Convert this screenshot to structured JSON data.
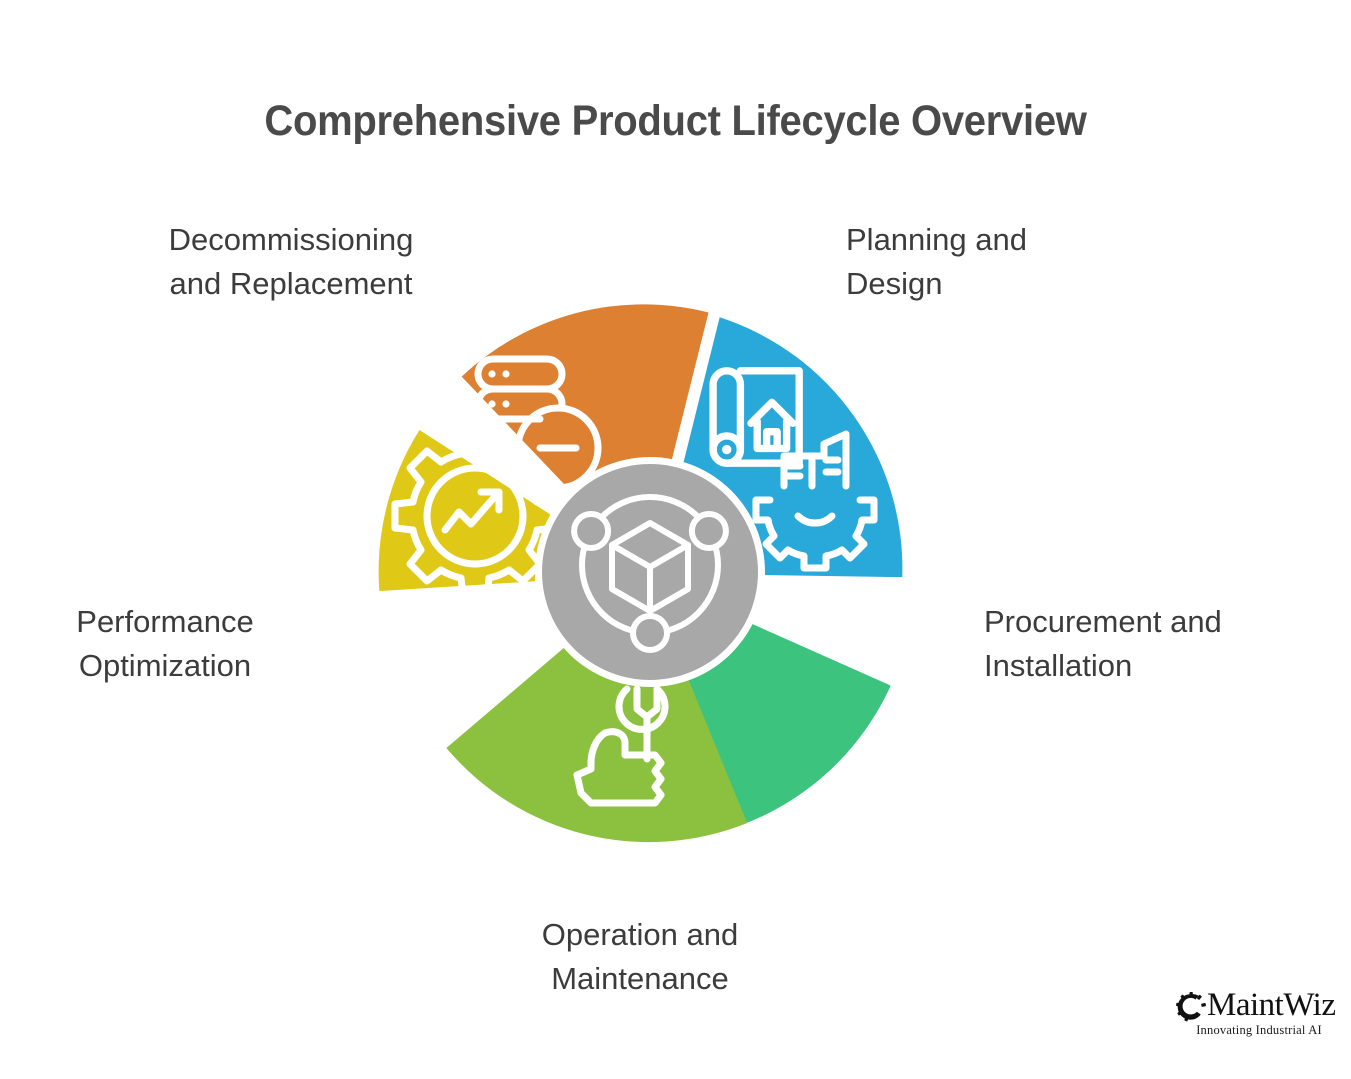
{
  "page": {
    "title": "Comprehensive Product Lifecycle Overview",
    "background_color": "#ffffff",
    "title_color": "#4a4a4a",
    "label_color": "#3c3c3c"
  },
  "chart_data": {
    "type": "pie",
    "title": "Comprehensive Product Lifecycle Overview",
    "subtitle": "",
    "xlabel": "",
    "ylabel": "",
    "legend_position": "around-chart",
    "grid": false,
    "center_label": "",
    "center_icon": "cube-network-icon",
    "center_color": "#a8a8a8",
    "segment_count": 5,
    "equal_segments": true,
    "categories": [
      "Planning and Design",
      "Procurement and Installation",
      "Operation and Maintenance",
      "Performance Optimization",
      "Decommissioning and Replacement"
    ],
    "values": [
      20,
      20,
      20,
      20,
      20
    ],
    "colors": [
      "#29a8da",
      "#3cc37d",
      "#8cc13f",
      "#e0c916",
      "#dd8031"
    ]
  },
  "wheel": {
    "center_circle": {
      "name": "product-lifecycle-core",
      "color": "#a8a8a8",
      "icon": "cube-network-icon"
    },
    "segments": [
      {
        "id": "planning",
        "label": "Planning and\nDesign",
        "color": "#29a8da",
        "icon": "blueprint-house-icon",
        "label_align": "left"
      },
      {
        "id": "procurement",
        "label": "Procurement and\nInstallation",
        "color": "#3cc37d",
        "icon": "gear-building-icon",
        "label_align": "left"
      },
      {
        "id": "operation",
        "label": "Operation and\nMaintenance",
        "color": "#8cc13f",
        "icon": "hand-wrench-icon",
        "label_align": "center"
      },
      {
        "id": "performance",
        "label": "Performance\nOptimization",
        "color": "#e0c916",
        "icon": "gear-chart-icon",
        "label_align": "center"
      },
      {
        "id": "decommissioning",
        "label": "Decommissioning\nand Replacement",
        "color": "#dd8031",
        "icon": "server-minus-icon",
        "label_align": "center"
      }
    ]
  },
  "brand": {
    "name": "MaintWiz",
    "tagline": "Innovating Industrial AI",
    "mark": "gear-c-icon"
  }
}
